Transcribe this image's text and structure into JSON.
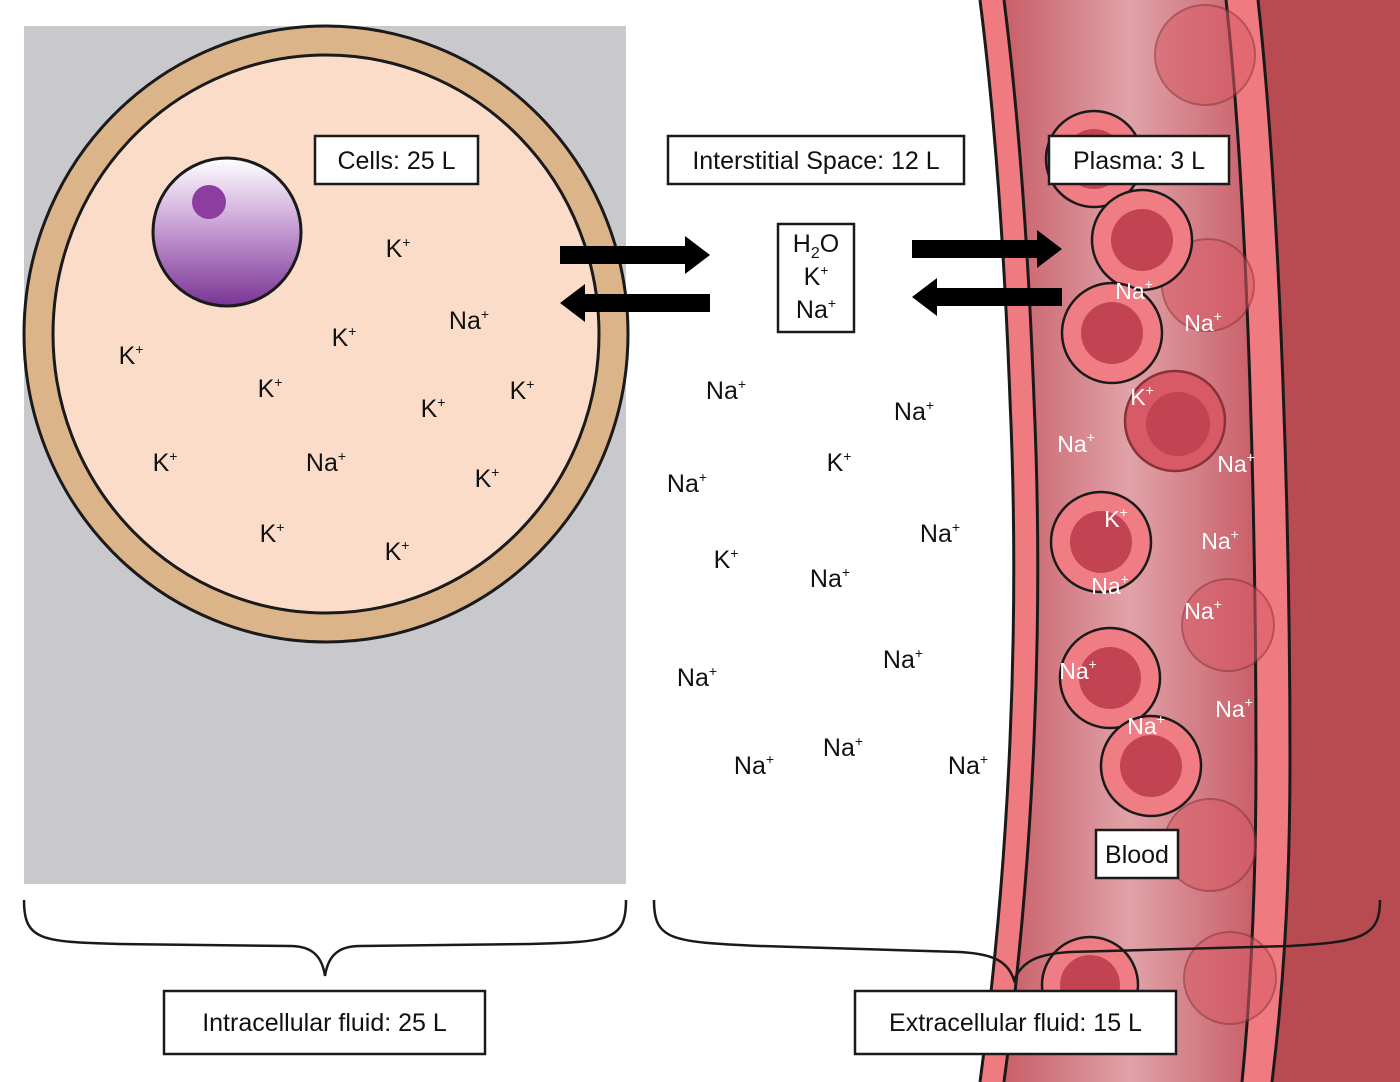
{
  "labels": {
    "cells": "Cells:  25 L",
    "interstitial": "Interstitial Space: 12 L",
    "plasma": "Plasma:  3 L",
    "blood": "Blood",
    "intracellular": "Intracellular fluid:  25 L",
    "extracellular": "Extracellular fluid:  15 L"
  },
  "exchange": {
    "h2o_base": "H",
    "h2o_sub": "2",
    "h2o_end": "O",
    "k_ion": "K",
    "na_ion": "Na",
    "plus": "+"
  },
  "ions": {
    "plus": "+",
    "cell": [
      {
        "sym": "K"
      },
      {
        "sym": "Na"
      },
      {
        "sym": "K"
      },
      {
        "sym": "K"
      },
      {
        "sym": "K"
      },
      {
        "sym": "K"
      },
      {
        "sym": "K"
      },
      {
        "sym": "K"
      },
      {
        "sym": "Na"
      },
      {
        "sym": "K"
      },
      {
        "sym": "K"
      },
      {
        "sym": "K"
      }
    ],
    "interstitial": [
      {
        "sym": "Na"
      },
      {
        "sym": "Na"
      },
      {
        "sym": "Na"
      },
      {
        "sym": "K"
      },
      {
        "sym": "Na"
      },
      {
        "sym": "K"
      },
      {
        "sym": "Na"
      },
      {
        "sym": "Na"
      },
      {
        "sym": "Na"
      },
      {
        "sym": "Na"
      },
      {
        "sym": "Na"
      },
      {
        "sym": "Na"
      }
    ],
    "plasma": [
      {
        "sym": "Na"
      },
      {
        "sym": "Na"
      },
      {
        "sym": "K"
      },
      {
        "sym": "Na"
      },
      {
        "sym": "Na"
      },
      {
        "sym": "K"
      },
      {
        "sym": "Na"
      },
      {
        "sym": "Na"
      },
      {
        "sym": "Na"
      },
      {
        "sym": "Na"
      },
      {
        "sym": "Na"
      },
      {
        "sym": "Na"
      }
    ]
  },
  "colors": {
    "ecf_panel": "#c9c9cd",
    "cell_membrane": "#dbb589",
    "cytoplasm": "#fbdcc8",
    "nucleus": "#8c4aa6",
    "vessel_wall": "#ef7a80",
    "vessel_outer": "#b84a52",
    "plasma": "#d88c93",
    "rbc_rim": "#f07c84",
    "rbc_core": "#c24453"
  }
}
